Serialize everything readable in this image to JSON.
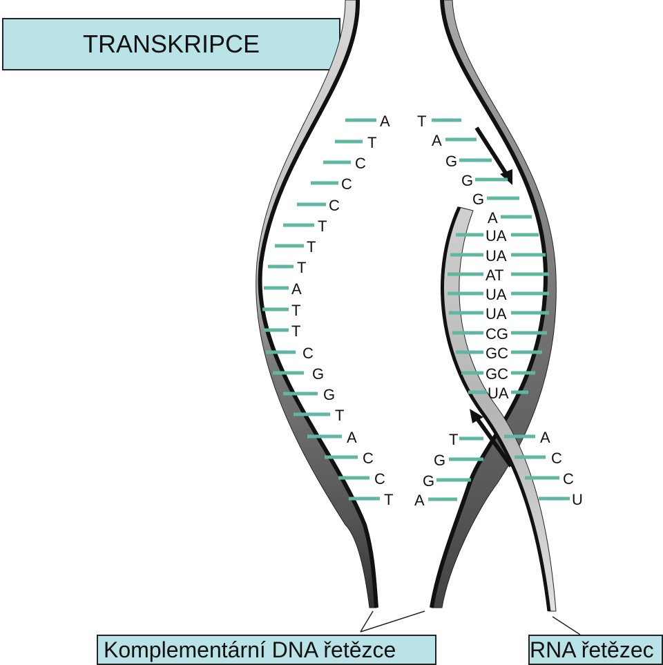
{
  "title": "TRANSKRIPCE",
  "labels": {
    "dna_strands": "Komplementární DNA řetězce",
    "rna_strand": "RNA řetězec"
  },
  "colors": {
    "title_box": "#b9e3e6",
    "base_pair_line": "#5fb7a2",
    "strand_dark": "#111111"
  },
  "left_strand_bases": [
    "A",
    "T",
    "C",
    "C",
    "C",
    "T",
    "T",
    "T",
    "A",
    "T",
    "T",
    "C",
    "G",
    "G",
    "T",
    "A",
    "C",
    "C",
    "T"
  ],
  "right_strand_top_bases": [
    "T",
    "A",
    "G",
    "G",
    "G",
    "A"
  ],
  "rna_dna_pairs": [
    "UA",
    "UA",
    "AT",
    "UA",
    "UA",
    "CG",
    "GC",
    "GC",
    "UA"
  ],
  "right_strand_bottom_left": [
    "T",
    "G",
    "G",
    "A"
  ],
  "right_strand_bottom_right": [
    "A",
    "C",
    "C",
    "U"
  ]
}
